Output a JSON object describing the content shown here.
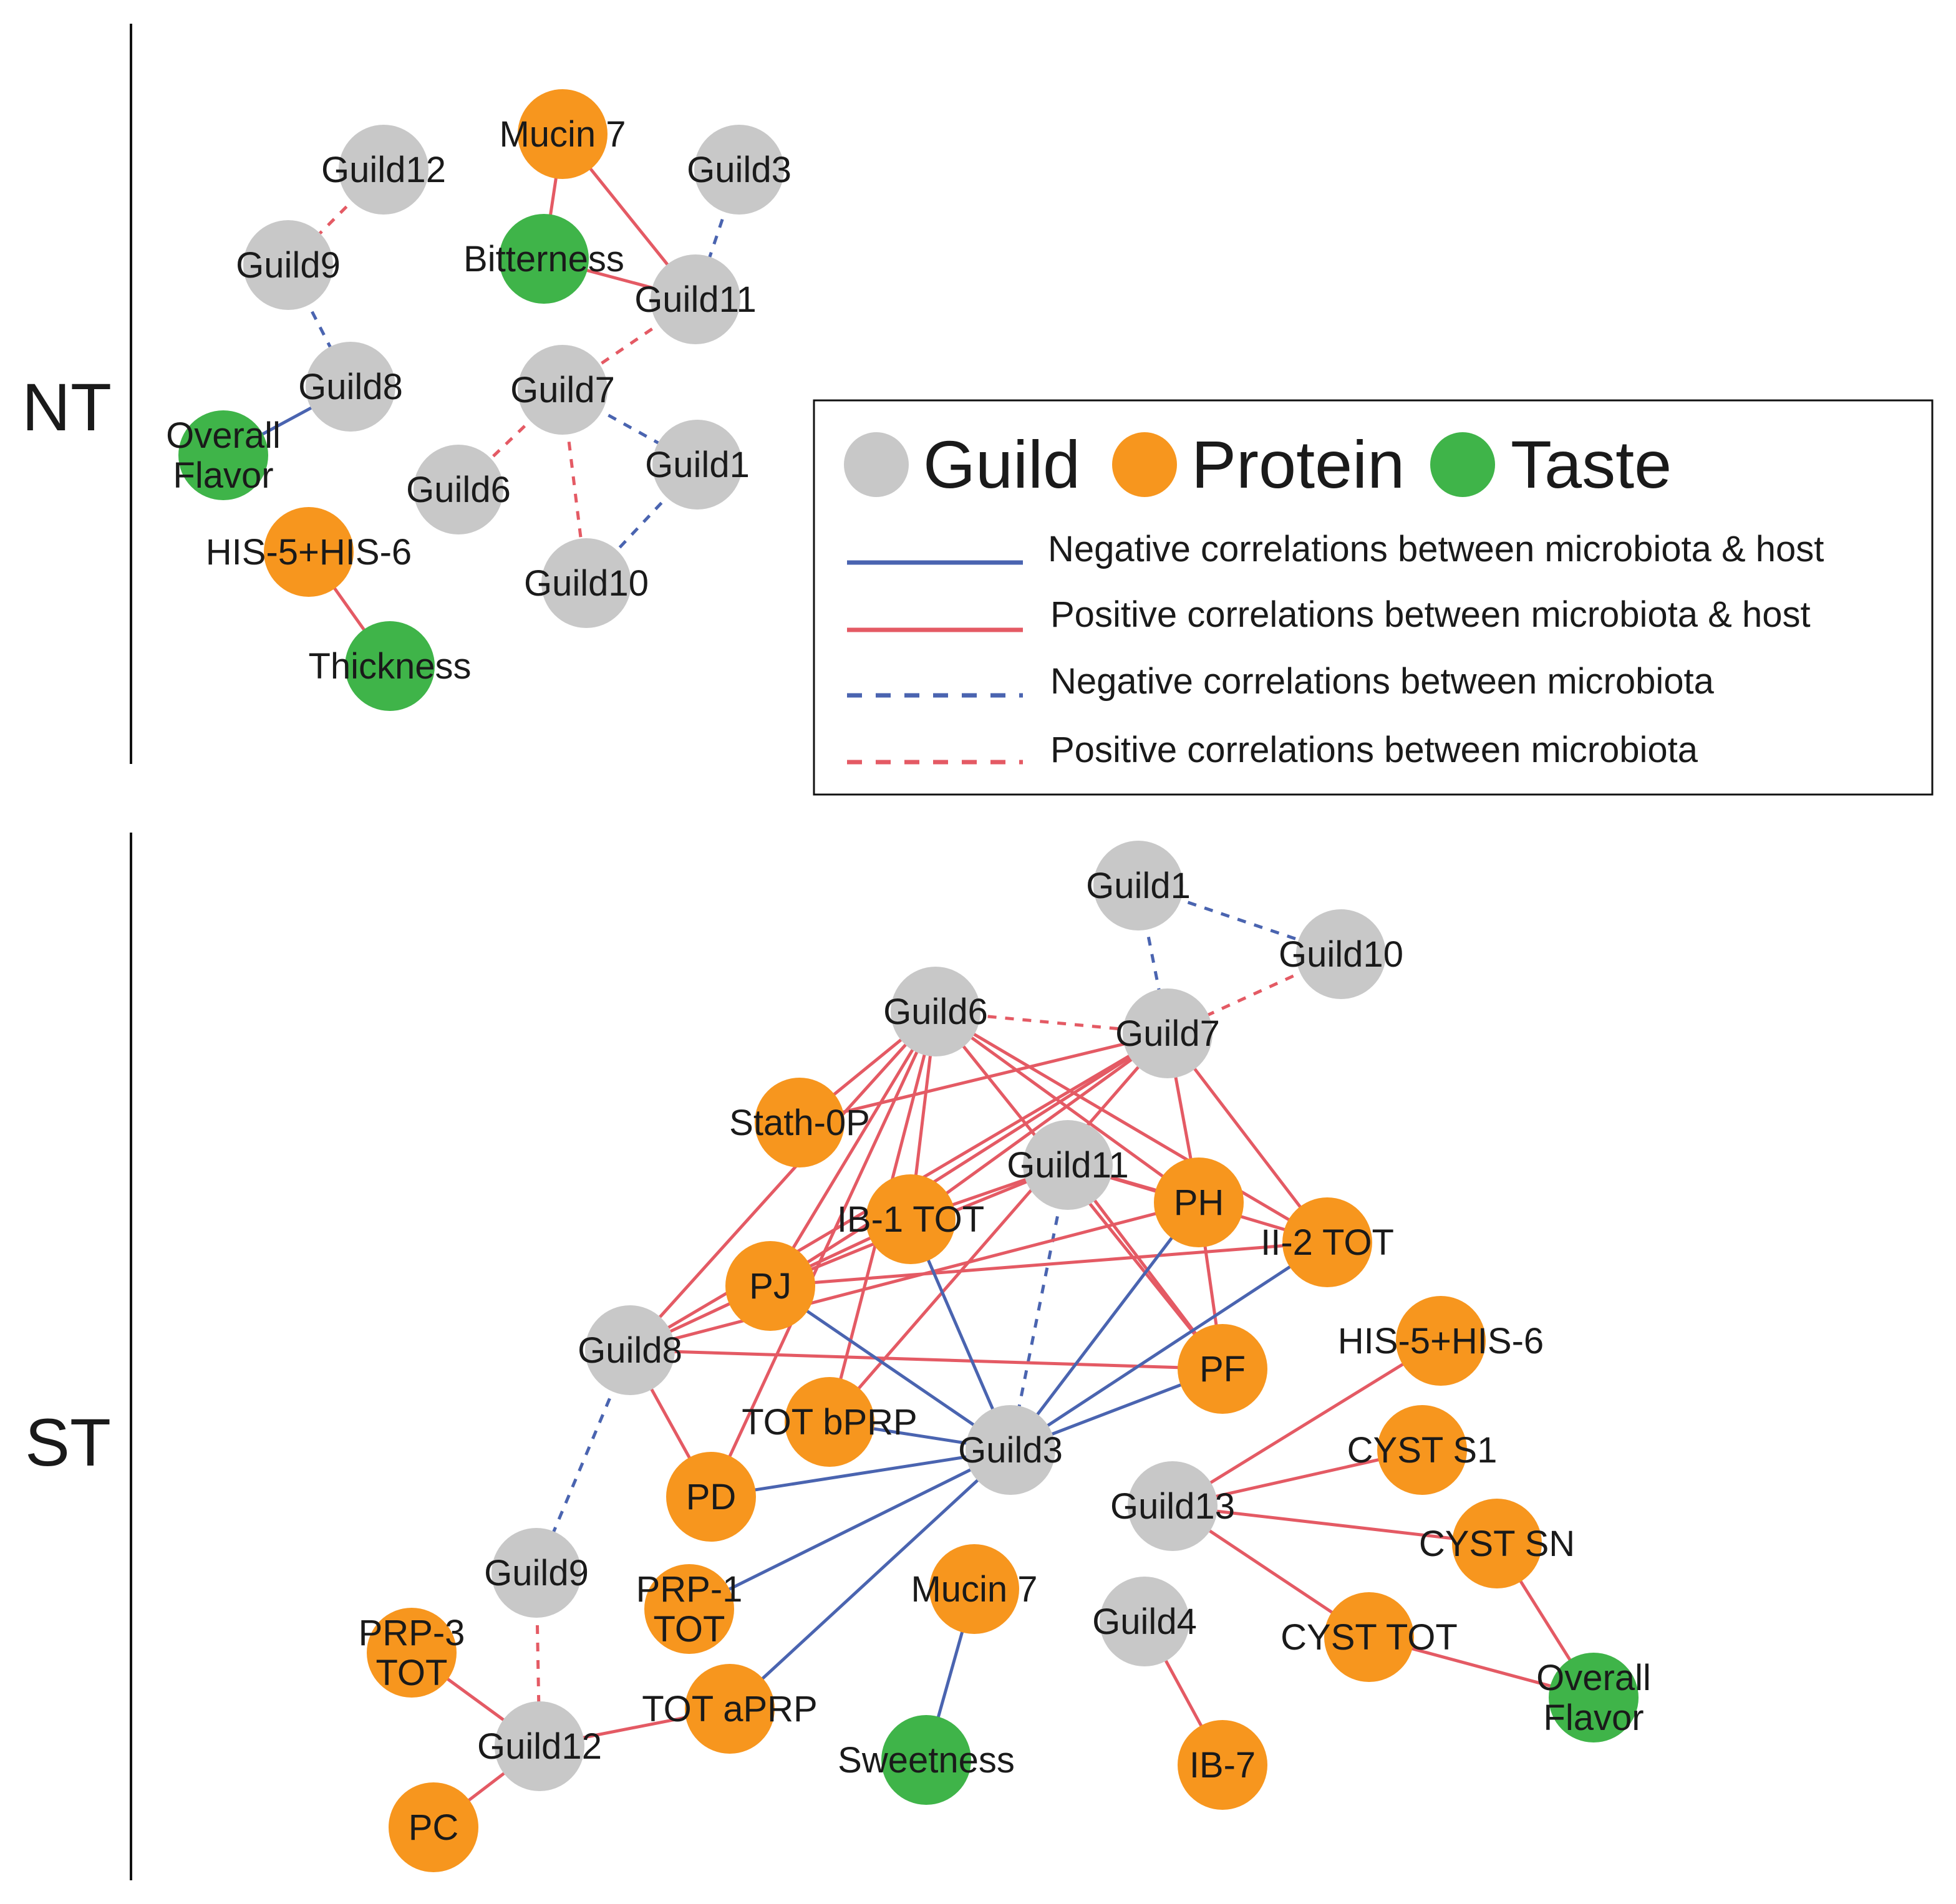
{
  "colors": {
    "guild": "#c8c8c8",
    "protein": "#f7961e",
    "taste": "#3fb449",
    "negative": "#4a64b0",
    "positive": "#e45a64"
  },
  "legend": {
    "categories": [
      {
        "key": "guild",
        "label": "Guild"
      },
      {
        "key": "protein",
        "label": "Protein"
      },
      {
        "key": "taste",
        "label": "Taste"
      }
    ],
    "lines": [
      {
        "key": "neg_host",
        "label": "Negative correlations between microbiota & host"
      },
      {
        "key": "pos_host",
        "label": "Positive correlations between microbiota & host"
      },
      {
        "key": "neg_micro",
        "label": "Negative correlations between microbiota"
      },
      {
        "key": "pos_micro",
        "label": "Positive correlations between microbiota"
      }
    ]
  },
  "panels": [
    {
      "label": "NT",
      "nodes": [
        {
          "id": "g12",
          "type": "guild",
          "label": [
            "Guild12"
          ]
        },
        {
          "id": "mucin7",
          "type": "protein",
          "label": [
            "Mucin 7"
          ]
        },
        {
          "id": "g3",
          "type": "guild",
          "label": [
            "Guild3"
          ]
        },
        {
          "id": "g9",
          "type": "guild",
          "label": [
            "Guild9"
          ]
        },
        {
          "id": "bitter",
          "type": "taste",
          "label": [
            "Bitterness"
          ]
        },
        {
          "id": "g11",
          "type": "guild",
          "label": [
            "Guild11"
          ]
        },
        {
          "id": "g8",
          "type": "guild",
          "label": [
            "Guild8"
          ]
        },
        {
          "id": "g7",
          "type": "guild",
          "label": [
            "Guild7"
          ]
        },
        {
          "id": "overall",
          "type": "taste",
          "label": [
            "Overall",
            "Flavor"
          ]
        },
        {
          "id": "g1",
          "type": "guild",
          "label": [
            "Guild1"
          ]
        },
        {
          "id": "g6",
          "type": "guild",
          "label": [
            "Guild6"
          ]
        },
        {
          "id": "his",
          "type": "protein",
          "label": [
            "HIS-5+HIS-6"
          ]
        },
        {
          "id": "g10",
          "type": "guild",
          "label": [
            "Guild10"
          ]
        },
        {
          "id": "thick",
          "type": "taste",
          "label": [
            "Thickness"
          ]
        }
      ],
      "edges": [
        {
          "from": "g12",
          "to": "g9",
          "kind": "pos_micro"
        },
        {
          "from": "g9",
          "to": "g8",
          "kind": "neg_micro"
        },
        {
          "from": "g8",
          "to": "overall",
          "kind": "neg_host"
        },
        {
          "from": "mucin7",
          "to": "bitter",
          "kind": "pos_host"
        },
        {
          "from": "mucin7",
          "to": "g11",
          "kind": "pos_host"
        },
        {
          "from": "bitter",
          "to": "g11",
          "kind": "pos_host"
        },
        {
          "from": "g3",
          "to": "g11",
          "kind": "neg_micro"
        },
        {
          "from": "g11",
          "to": "g7",
          "kind": "pos_micro"
        },
        {
          "from": "g7",
          "to": "g6",
          "kind": "pos_micro"
        },
        {
          "from": "g7",
          "to": "g1",
          "kind": "neg_micro"
        },
        {
          "from": "g7",
          "to": "g10",
          "kind": "pos_micro"
        },
        {
          "from": "g1",
          "to": "g10",
          "kind": "neg_micro"
        },
        {
          "from": "his",
          "to": "thick",
          "kind": "pos_host"
        }
      ]
    },
    {
      "label": "ST",
      "nodes": [
        {
          "id": "g1",
          "type": "guild",
          "label": [
            "Guild1"
          ]
        },
        {
          "id": "g10",
          "type": "guild",
          "label": [
            "Guild10"
          ]
        },
        {
          "id": "g6",
          "type": "guild",
          "label": [
            "Guild6"
          ]
        },
        {
          "id": "g7",
          "type": "guild",
          "label": [
            "Guild7"
          ]
        },
        {
          "id": "stath",
          "type": "protein",
          "label": [
            "Stath-0P"
          ]
        },
        {
          "id": "g11",
          "type": "guild",
          "label": [
            "Guild11"
          ]
        },
        {
          "id": "ib1",
          "type": "protein",
          "label": [
            "IB-1 TOT"
          ]
        },
        {
          "id": "ph",
          "type": "protein",
          "label": [
            "PH"
          ]
        },
        {
          "id": "ii2",
          "type": "protein",
          "label": [
            "II-2 TOT"
          ]
        },
        {
          "id": "pj",
          "type": "protein",
          "label": [
            "PJ"
          ]
        },
        {
          "id": "g8",
          "type": "guild",
          "label": [
            "Guild8"
          ]
        },
        {
          "id": "pf",
          "type": "protein",
          "label": [
            "PF"
          ]
        },
        {
          "id": "his",
          "type": "protein",
          "label": [
            "HIS-5+HIS-6"
          ]
        },
        {
          "id": "totb",
          "type": "protein",
          "label": [
            "TOT bPRP"
          ]
        },
        {
          "id": "g3",
          "type": "guild",
          "label": [
            "Guild3"
          ]
        },
        {
          "id": "cysts1",
          "type": "protein",
          "label": [
            "CYST S1"
          ]
        },
        {
          "id": "pd",
          "type": "protein",
          "label": [
            "PD"
          ]
        },
        {
          "id": "g13",
          "type": "guild",
          "label": [
            "Guild13"
          ]
        },
        {
          "id": "cystsn",
          "type": "protein",
          "label": [
            "CYST SN"
          ]
        },
        {
          "id": "g9",
          "type": "guild",
          "label": [
            "Guild9"
          ]
        },
        {
          "id": "prp1",
          "type": "protein",
          "label": [
            "PRP-1",
            "TOT"
          ]
        },
        {
          "id": "mucin7",
          "type": "protein",
          "label": [
            "Mucin 7"
          ]
        },
        {
          "id": "g4",
          "type": "guild",
          "label": [
            "Guild4"
          ]
        },
        {
          "id": "prp3",
          "type": "protein",
          "label": [
            "PRP-3",
            "TOT"
          ]
        },
        {
          "id": "cysttot",
          "type": "protein",
          "label": [
            "CYST TOT"
          ]
        },
        {
          "id": "overall",
          "type": "taste",
          "label": [
            "Overall",
            "Flavor"
          ]
        },
        {
          "id": "g12",
          "type": "guild",
          "label": [
            "Guild12"
          ]
        },
        {
          "id": "tota",
          "type": "protein",
          "label": [
            "TOT aPRP"
          ]
        },
        {
          "id": "sweet",
          "type": "taste",
          "label": [
            "Sweetness"
          ]
        },
        {
          "id": "ib7",
          "type": "protein",
          "label": [
            "IB-7"
          ]
        },
        {
          "id": "pc",
          "type": "protein",
          "label": [
            "PC"
          ]
        }
      ],
      "edges": [
        {
          "from": "g1",
          "to": "g10",
          "kind": "neg_micro"
        },
        {
          "from": "g1",
          "to": "g7",
          "kind": "neg_micro"
        },
        {
          "from": "g10",
          "to": "g7",
          "kind": "pos_micro"
        },
        {
          "from": "g6",
          "to": "g7",
          "kind": "pos_micro"
        },
        {
          "from": "g6",
          "to": "g8",
          "kind": "pos_host"
        },
        {
          "from": "g6",
          "to": "pj",
          "kind": "pos_host"
        },
        {
          "from": "g6",
          "to": "ib1",
          "kind": "pos_host"
        },
        {
          "from": "g6",
          "to": "pd",
          "kind": "pos_host"
        },
        {
          "from": "g6",
          "to": "ph",
          "kind": "pos_host"
        },
        {
          "from": "g6",
          "to": "pf",
          "kind": "pos_host"
        },
        {
          "from": "g6",
          "to": "ii2",
          "kind": "pos_host"
        },
        {
          "from": "g6",
          "to": "stath",
          "kind": "pos_host"
        },
        {
          "from": "g6",
          "to": "totb",
          "kind": "pos_host"
        },
        {
          "from": "g7",
          "to": "stath",
          "kind": "pos_host"
        },
        {
          "from": "g7",
          "to": "ib1",
          "kind": "pos_host"
        },
        {
          "from": "g7",
          "to": "pj",
          "kind": "pos_host"
        },
        {
          "from": "g7",
          "to": "g8",
          "kind": "pos_host"
        },
        {
          "from": "g7",
          "to": "totb",
          "kind": "pos_host"
        },
        {
          "from": "g7",
          "to": "ph",
          "kind": "pos_host"
        },
        {
          "from": "g7",
          "to": "ii2",
          "kind": "pos_host"
        },
        {
          "from": "g11",
          "to": "ph",
          "kind": "pos_host"
        },
        {
          "from": "g11",
          "to": "pf",
          "kind": "pos_host"
        },
        {
          "from": "g11",
          "to": "ib1",
          "kind": "pos_host"
        },
        {
          "from": "g11",
          "to": "ii2",
          "kind": "pos_host"
        },
        {
          "from": "g11",
          "to": "pj",
          "kind": "pos_host"
        },
        {
          "from": "g11",
          "to": "g3",
          "kind": "neg_micro"
        },
        {
          "from": "g8",
          "to": "ph",
          "kind": "pos_host"
        },
        {
          "from": "g8",
          "to": "pf",
          "kind": "pos_host"
        },
        {
          "from": "g8",
          "to": "pd",
          "kind": "pos_host"
        },
        {
          "from": "g8",
          "to": "ib1",
          "kind": "pos_host"
        },
        {
          "from": "g8",
          "to": "g9",
          "kind": "neg_micro"
        },
        {
          "from": "pj",
          "to": "ii2",
          "kind": "pos_host"
        },
        {
          "from": "ph",
          "to": "pf",
          "kind": "pos_host"
        },
        {
          "from": "g3",
          "to": "pj",
          "kind": "neg_host"
        },
        {
          "from": "g3",
          "to": "ib1",
          "kind": "neg_host"
        },
        {
          "from": "g3",
          "to": "ph",
          "kind": "neg_host"
        },
        {
          "from": "g3",
          "to": "ii2",
          "kind": "neg_host"
        },
        {
          "from": "g3",
          "to": "pf",
          "kind": "neg_host"
        },
        {
          "from": "g3",
          "to": "pd",
          "kind": "neg_host"
        },
        {
          "from": "g3",
          "to": "prp1",
          "kind": "neg_host"
        },
        {
          "from": "g3",
          "to": "tota",
          "kind": "neg_host"
        },
        {
          "from": "g3",
          "to": "totb",
          "kind": "neg_host"
        },
        {
          "from": "g13",
          "to": "his",
          "kind": "pos_host"
        },
        {
          "from": "g13",
          "to": "cysts1",
          "kind": "pos_host"
        },
        {
          "from": "g13",
          "to": "cystsn",
          "kind": "pos_host"
        },
        {
          "from": "g13",
          "to": "cysttot",
          "kind": "pos_host"
        },
        {
          "from": "cystsn",
          "to": "overall",
          "kind": "pos_host"
        },
        {
          "from": "cysttot",
          "to": "overall",
          "kind": "pos_host"
        },
        {
          "from": "mucin7",
          "to": "sweet",
          "kind": "neg_host"
        },
        {
          "from": "g4",
          "to": "ib7",
          "kind": "pos_host"
        },
        {
          "from": "g9",
          "to": "g12",
          "kind": "pos_micro"
        },
        {
          "from": "g12",
          "to": "prp3",
          "kind": "pos_host"
        },
        {
          "from": "g12",
          "to": "tota",
          "kind": "pos_host"
        },
        {
          "from": "g12",
          "to": "pc",
          "kind": "pos_host"
        }
      ]
    }
  ]
}
